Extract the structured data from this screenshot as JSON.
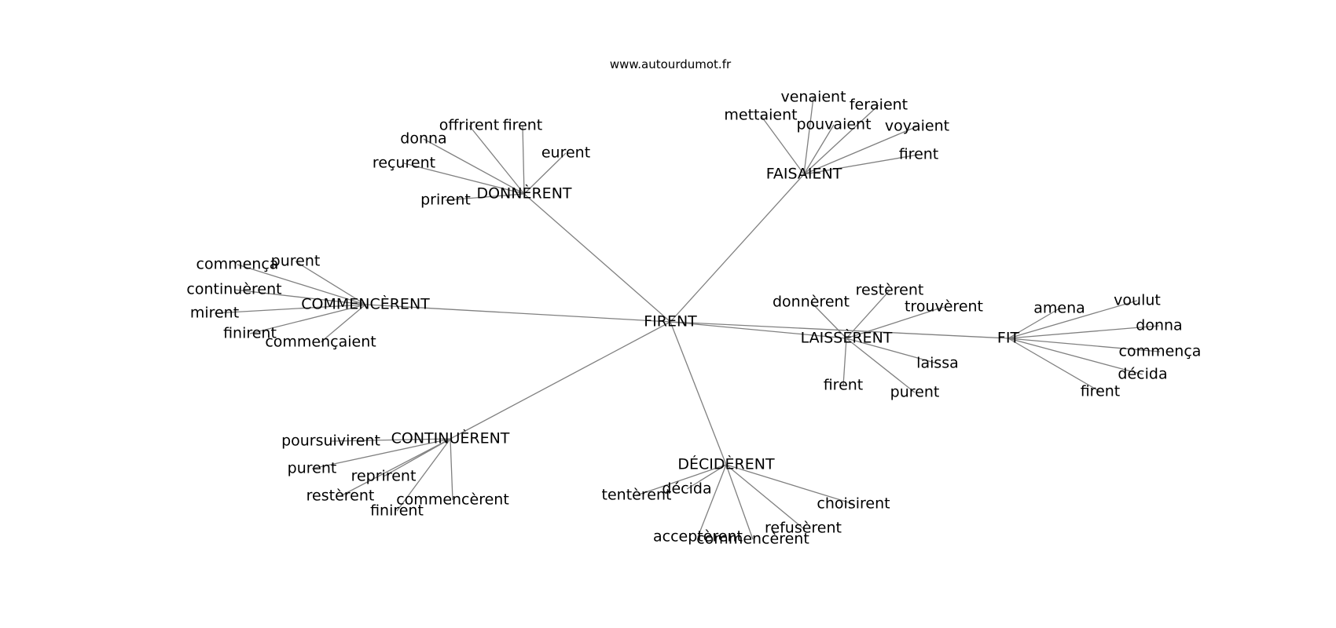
{
  "site": "www.autourdumot.fr",
  "colors": {
    "edge": "#808080",
    "text": "#000000",
    "background": "#ffffff"
  },
  "graph": {
    "root": "FIRENT",
    "clusters": [
      {
        "hub": "DONNÈRENT",
        "leaves": [
          "offrirent",
          "firent",
          "donna",
          "eurent",
          "reçurent",
          "prirent"
        ]
      },
      {
        "hub": "FAISAIENT",
        "leaves": [
          "venaient",
          "feraient",
          "mettaient",
          "pouvaient",
          "voyaient",
          "firent"
        ]
      },
      {
        "hub": "COMMENCÈRENT",
        "leaves": [
          "commença",
          "purent",
          "continuèrent",
          "mirent",
          "finirent",
          "commençaient"
        ]
      },
      {
        "hub": "LAISSÈRENT",
        "leaves": [
          "restèrent",
          "donnèrent",
          "trouvèrent",
          "laissa",
          "firent",
          "purent"
        ]
      },
      {
        "hub": "FIT",
        "leaves": [
          "amena",
          "voulut",
          "donna",
          "commença",
          "décida",
          "firent"
        ]
      },
      {
        "hub": "CONTINUÈRENT",
        "leaves": [
          "poursuivirent",
          "purent",
          "reprirent",
          "restèrent",
          "commencèrent",
          "finirent"
        ]
      },
      {
        "hub": "DÉCIDÈRENT",
        "leaves": [
          "tentèrent",
          "décida",
          "choisirent",
          "refusèrent",
          "acceptèrent",
          "commencèrent"
        ]
      }
    ]
  }
}
